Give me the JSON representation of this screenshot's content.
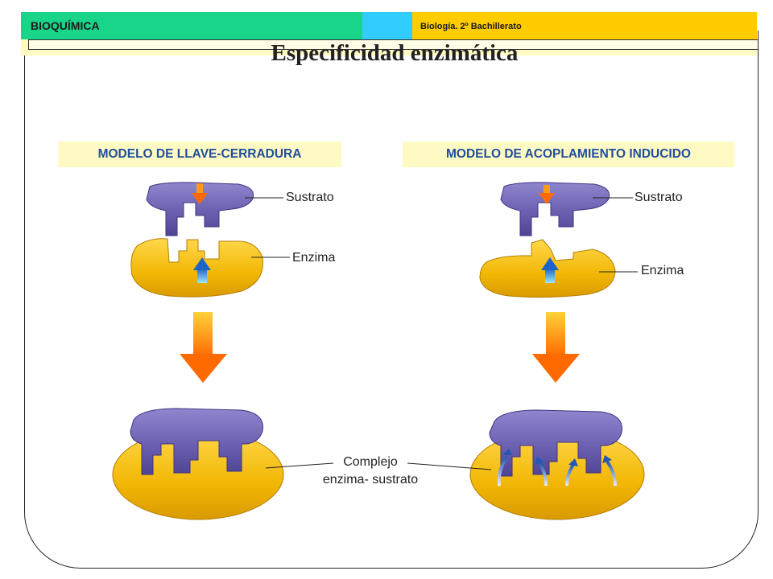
{
  "header": {
    "subject": "BIOQUÍMICA",
    "course": "Biología. 2º Bachillerato"
  },
  "title": "Especificidad enzimática",
  "models": {
    "lock_key": "MODELO DE LLAVE-CERRADURA",
    "induced_fit": "MODELO DE ACOPLAMIENTO INDUCIDO"
  },
  "labels": {
    "left_substrate": "Sustrato",
    "left_enzyme": "Enzima",
    "right_substrate": "Sustrato",
    "right_enzyme": "Enzima",
    "complex_line1": "Complejo",
    "complex_line2": "enzima- sustrato"
  },
  "colors": {
    "header_green": "#18d58a",
    "header_blue": "#33ccff",
    "header_yellow": "#ffcc00",
    "model_label_text": "#1f4e9e",
    "substrate": "#6f63b3",
    "enzyme": "#f2b705",
    "arrow": "#ff7a00"
  }
}
